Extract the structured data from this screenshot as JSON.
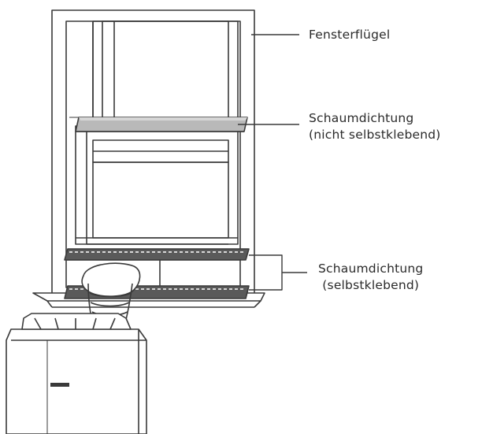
{
  "labels": {
    "sash": "Fensterflügel",
    "seal_non_adhesive_line1": "Schaumdichtung",
    "seal_non_adhesive_line2": "(nicht selbstklebend)",
    "seal_adhesive_line1": "Schaumdichtung",
    "seal_adhesive_line2": "(selbstklebend)"
  },
  "colors": {
    "line": "#3a3a3a",
    "foam_seal_grey": "#b9b9b9",
    "adhesive_seal_dark": "#5a5a5a"
  }
}
